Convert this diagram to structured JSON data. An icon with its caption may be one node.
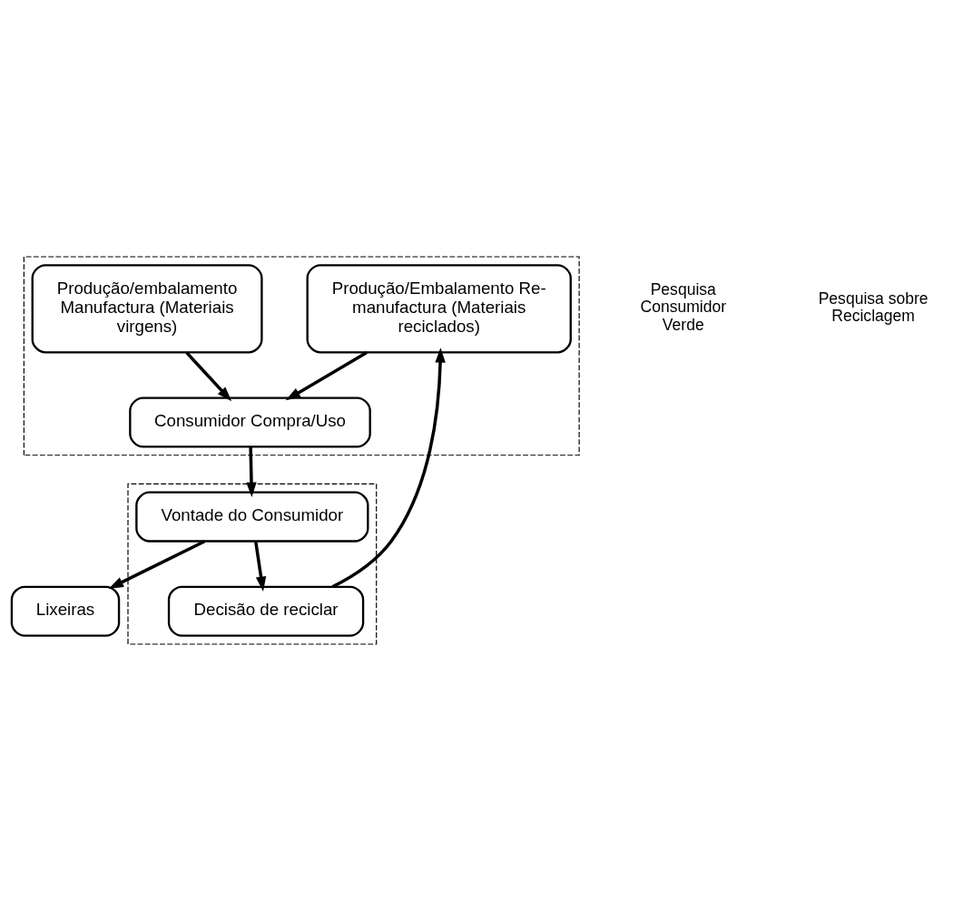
{
  "diagram": {
    "nodes": [
      {
        "text": [],
        "shape": "box"
      },
      {
        "text": [
          "Produção/embalamento Manufactura (Materiais virgens)"
        ],
        "in": 0
      },
      {
        "text": [
          "Produção/Embalamento Re-manufactura (Materiais reciclados)"
        ],
        "in": 0
      },
      {
        "text": [
          "Consumidor Compra/Uso"
        ],
        "in": 0
      },
      {
        "text": [],
        "shape": "box"
      },
      {
        "text": [
          "Decisão de reciclar"
        ],
        "in": 4
      },
      {
        "text": [
          "Vontade do Consumidor"
        ],
        "in": 4
      },
      {
        "text": [
          "Lixeiras"
        ]
      }
    ],
    "edges": [
      {
        "from": 1,
        "to": 3,
        "arrow": "to"
      },
      {
        "from": 2,
        "to": 3,
        "arrow": "to"
      },
      {
        "from": 3,
        "to": 6,
        "arrow": "to"
      },
      {
        "from": 6,
        "to": 5,
        "arrow": "to"
      },
      {
        "from": 5,
        "to": 2,
        "arrow": "to"
      },
      {
        "from": 6,
        "to": 7,
        "arrow": "to"
      }
    ],
    "legend": [
      {
        "text": "Pesquisa Consumidor Verde"
      },
      {
        "text": "Pesquisa sobre Reciclagem"
      }
    ]
  }
}
